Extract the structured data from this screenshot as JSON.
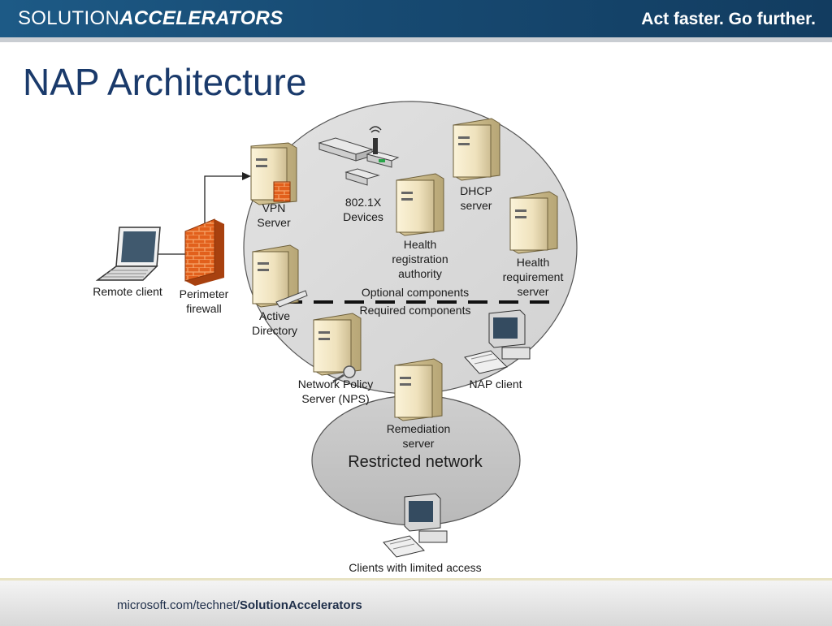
{
  "header": {
    "brand_prefix": "SOLUTION",
    "brand_suffix": "ACCELERATORS",
    "tagline": "Act faster. Go further."
  },
  "slide": {
    "title": "NAP Architecture"
  },
  "diagram": {
    "nodes": {
      "remote_client": "Remote client",
      "perimeter_firewall": [
        "Perimeter",
        "firewall"
      ],
      "vpn_server": [
        "VPN",
        "Server"
      ],
      "devices_8021x": [
        "802.1X",
        "Devices"
      ],
      "dhcp_server": [
        "DHCP",
        "server"
      ],
      "hra": [
        "Health",
        "registration",
        "authority"
      ],
      "health_requirement_server": [
        "Health",
        "requirement",
        "server"
      ],
      "active_directory": [
        "Active",
        "Directory"
      ],
      "nps": [
        "Network Policy",
        "Server (NPS)"
      ],
      "nap_client": "NAP client",
      "remediation_server": [
        "Remediation",
        "server"
      ],
      "clients_limited": "Clients with limited access"
    },
    "zones": {
      "optional": "Optional components",
      "required": "Required components",
      "restricted_network": "Restricted network"
    }
  },
  "footer": {
    "url_prefix": "microsoft.com/technet/",
    "url_suffix": "SolutionAccelerators"
  }
}
